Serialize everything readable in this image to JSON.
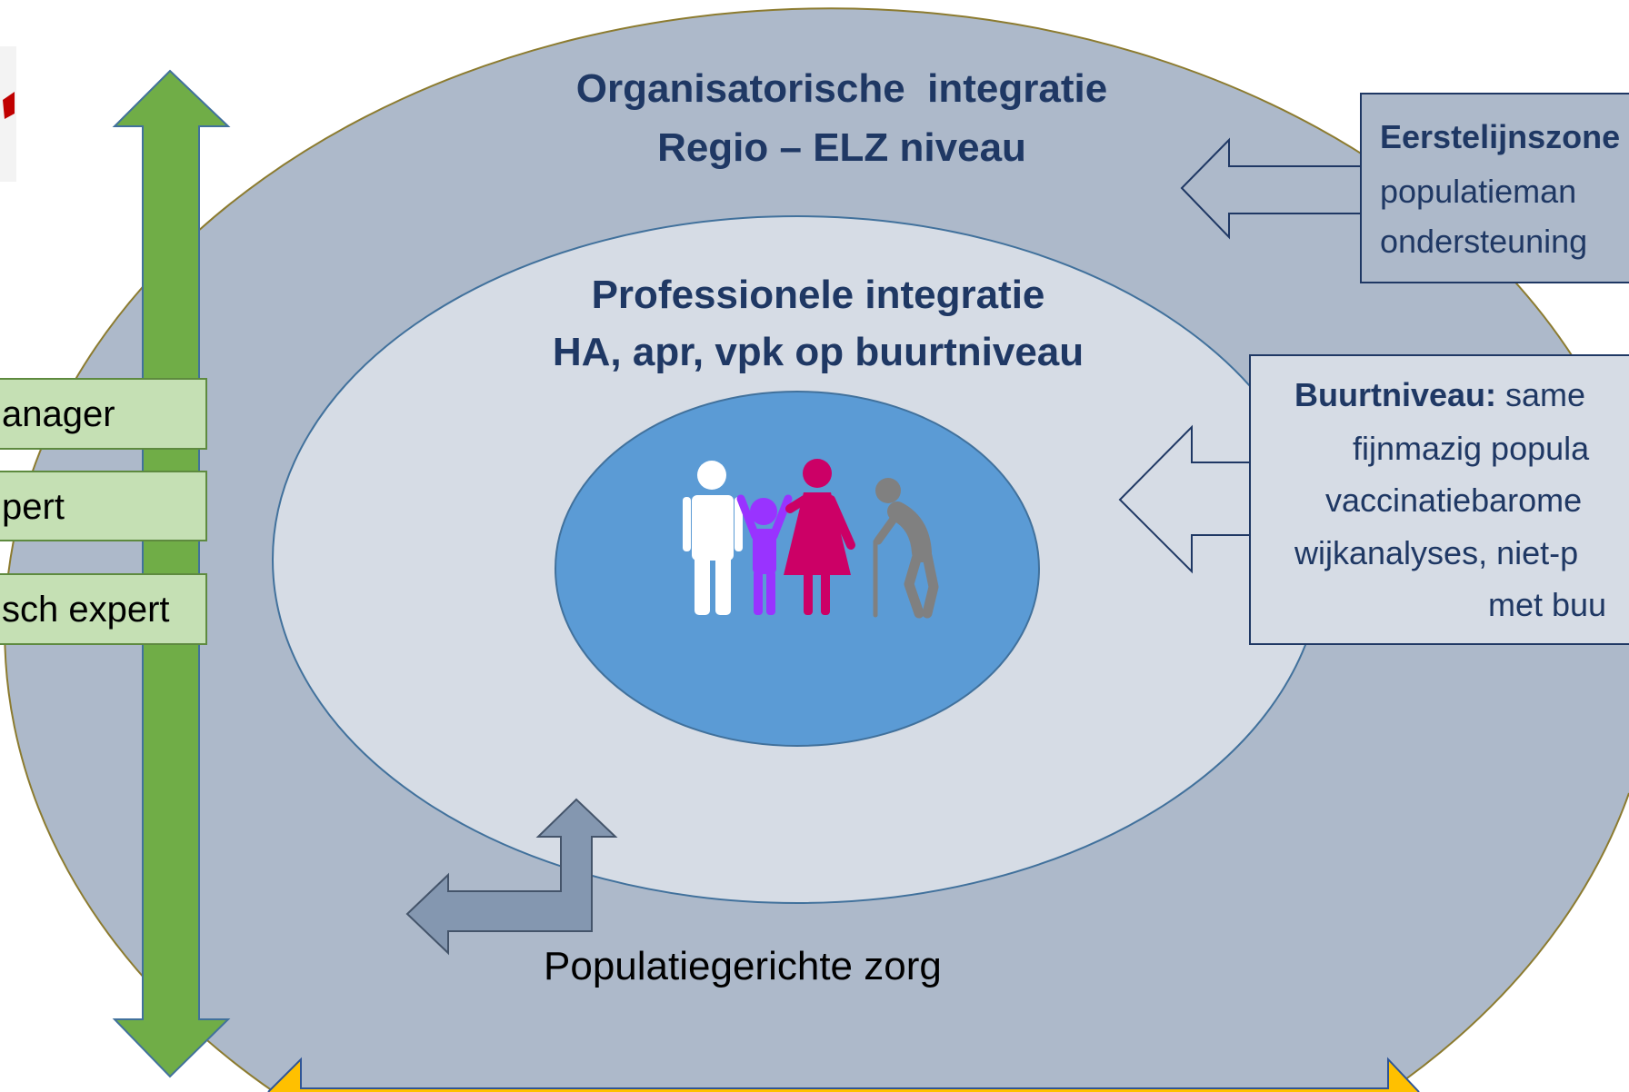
{
  "slide": {
    "organizational_level": {
      "title": "Organisatorische  integratie",
      "subtitle": "Regio – ELZ niveau"
    },
    "professional_level": {
      "title": "Professionele integratie",
      "subtitle": "HA, apr, vpk op buurtniveau"
    },
    "core": {
      "icons": [
        "man-figure-icon",
        "child-figure-icon",
        "woman-figure-icon",
        "elderly-figure-icon"
      ]
    },
    "population_arrow": {
      "label": "Populatiegerichte zorg",
      "icon": "bent-arrow-icon"
    },
    "role_boxes": [
      {
        "label": "anager"
      },
      {
        "label": "pert"
      },
      {
        "label": "sch expert"
      }
    ],
    "zone_box": {
      "heading": "Eerstelijnszone",
      "lines": [
        "populatieman",
        "ondersteuning"
      ]
    },
    "neighbourhood_box": {
      "heading": "Buurtniveau:",
      "heading_rest": "same",
      "lines": [
        "fijnmazig popula",
        "vaccinatiebarome",
        "wijkanalyses, niet-p",
        "met buu"
      ]
    }
  },
  "colors": {
    "outer_ring": "#adb9ca",
    "middle_ring": "#d6dce5",
    "core": "#5b9bd5",
    "title_text": "#1f3864",
    "vertical_arrow": "#70ad47",
    "role_box": "#c5e0b4",
    "bent_arrow": "#8497b0",
    "bottom_arrow": "#ffc000",
    "figure_man": "#ffffff",
    "figure_child": "#9933ff",
    "figure_woman": "#cc0066",
    "figure_elderly": "#808080"
  }
}
